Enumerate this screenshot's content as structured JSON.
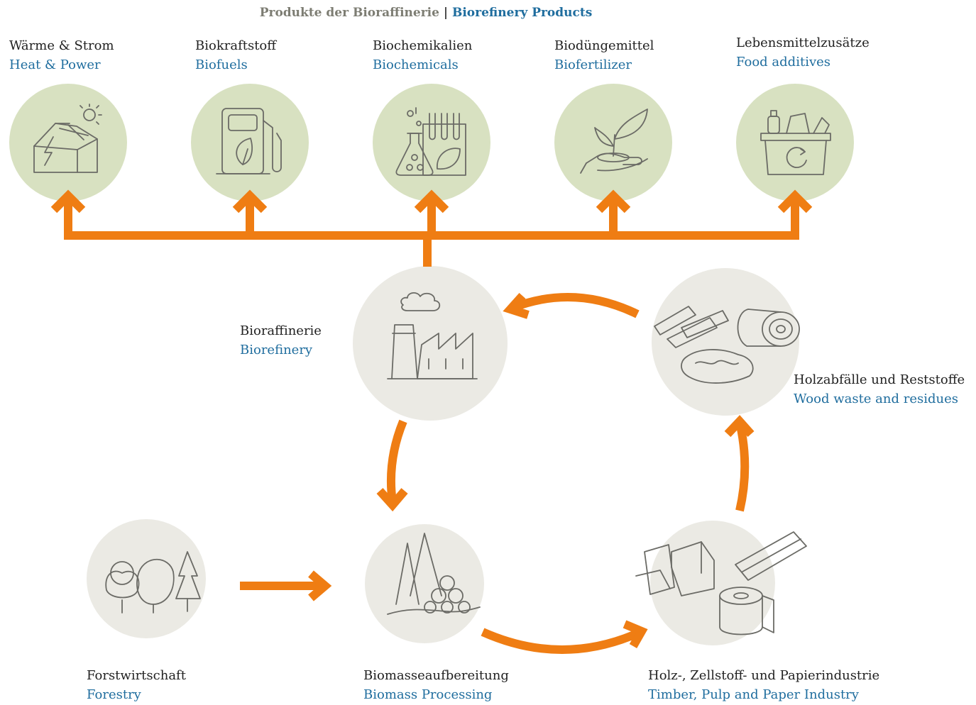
{
  "header": {
    "title_de": "Produkte der Bioraffinerie",
    "separator": "|",
    "title_en": "Biorefinery Products"
  },
  "products": [
    {
      "de": "Wärme & Strom",
      "en": "Heat & Power",
      "icon": "greenhouse-solar-icon"
    },
    {
      "de": "Biokraftstoff",
      "en": "Biofuels",
      "icon": "fuel-pump-icon"
    },
    {
      "de": "Biochemikalien",
      "en": "Biochemicals",
      "icon": "lab-flask-icon"
    },
    {
      "de": "Biodüngemittel",
      "en": "Biofertilizer",
      "icon": "hand-plant-icon"
    },
    {
      "de": "Lebensmittelzusätze",
      "en": "Food additives",
      "icon": "recycling-basket-icon"
    }
  ],
  "cycle": {
    "biorefinery": {
      "de": "Bioraffinerie",
      "en": "Biorefinery",
      "icon": "factory-icon"
    },
    "wood_waste": {
      "de": "Holzabfälle und Reststoffe",
      "en": "Wood waste and residues",
      "icon": "wood-pieces-icon"
    },
    "forestry": {
      "de": "Forstwirtschaft",
      "en": "Forestry",
      "icon": "trees-icon"
    },
    "biomass": {
      "de": "Biomasseaufbereitung",
      "en": "Biomass Processing",
      "icon": "logs-pile-icon"
    },
    "industry": {
      "de": "Holz-, Zellstoff- und Papierindustrie",
      "en": "Timber, Pulp and Paper Industry",
      "icon": "paper-products-icon"
    }
  },
  "colors": {
    "arrow": "#ef7d13",
    "product_circle": "#d8e1c1",
    "cycle_circle": "#ebeae4",
    "english_text": "#1f6d9e",
    "header_german": "#7d7d73"
  }
}
